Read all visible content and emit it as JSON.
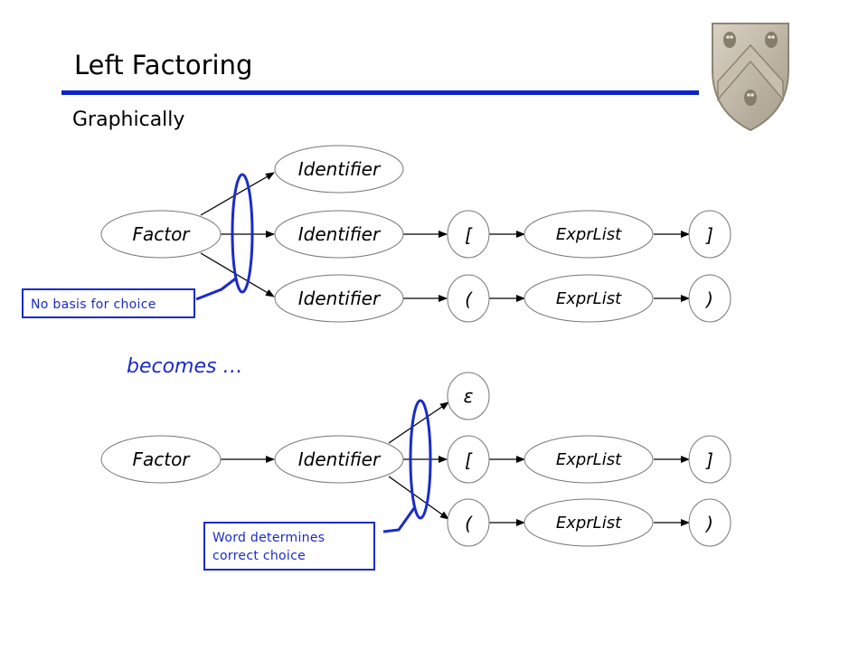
{
  "slide": {
    "title": "Left Factoring",
    "subtitle": "Graphically",
    "becomes": "becomes …"
  },
  "colors": {
    "accent": "#0a24c8",
    "ellipse_stroke": "#1a2bc8",
    "callout": "#1a2bc8"
  },
  "diagram_top": {
    "root": "Factor",
    "branches": [
      [
        "Identifier"
      ],
      [
        "Identifier",
        "[",
        "ExprList",
        "]"
      ],
      [
        "Identifier",
        "(",
        "ExprList",
        ")"
      ]
    ],
    "callout": "No basis for choice"
  },
  "diagram_bottom": {
    "root": "Factor",
    "shared": "Identifier",
    "branches": [
      [
        "ε"
      ],
      [
        "[",
        "ExprList",
        "]"
      ],
      [
        "(",
        "ExprList",
        ")"
      ]
    ],
    "callout_line1": "Word determines",
    "callout_line2": "correct choice"
  },
  "crest": {
    "icon": "university-shield-crest-icon"
  }
}
